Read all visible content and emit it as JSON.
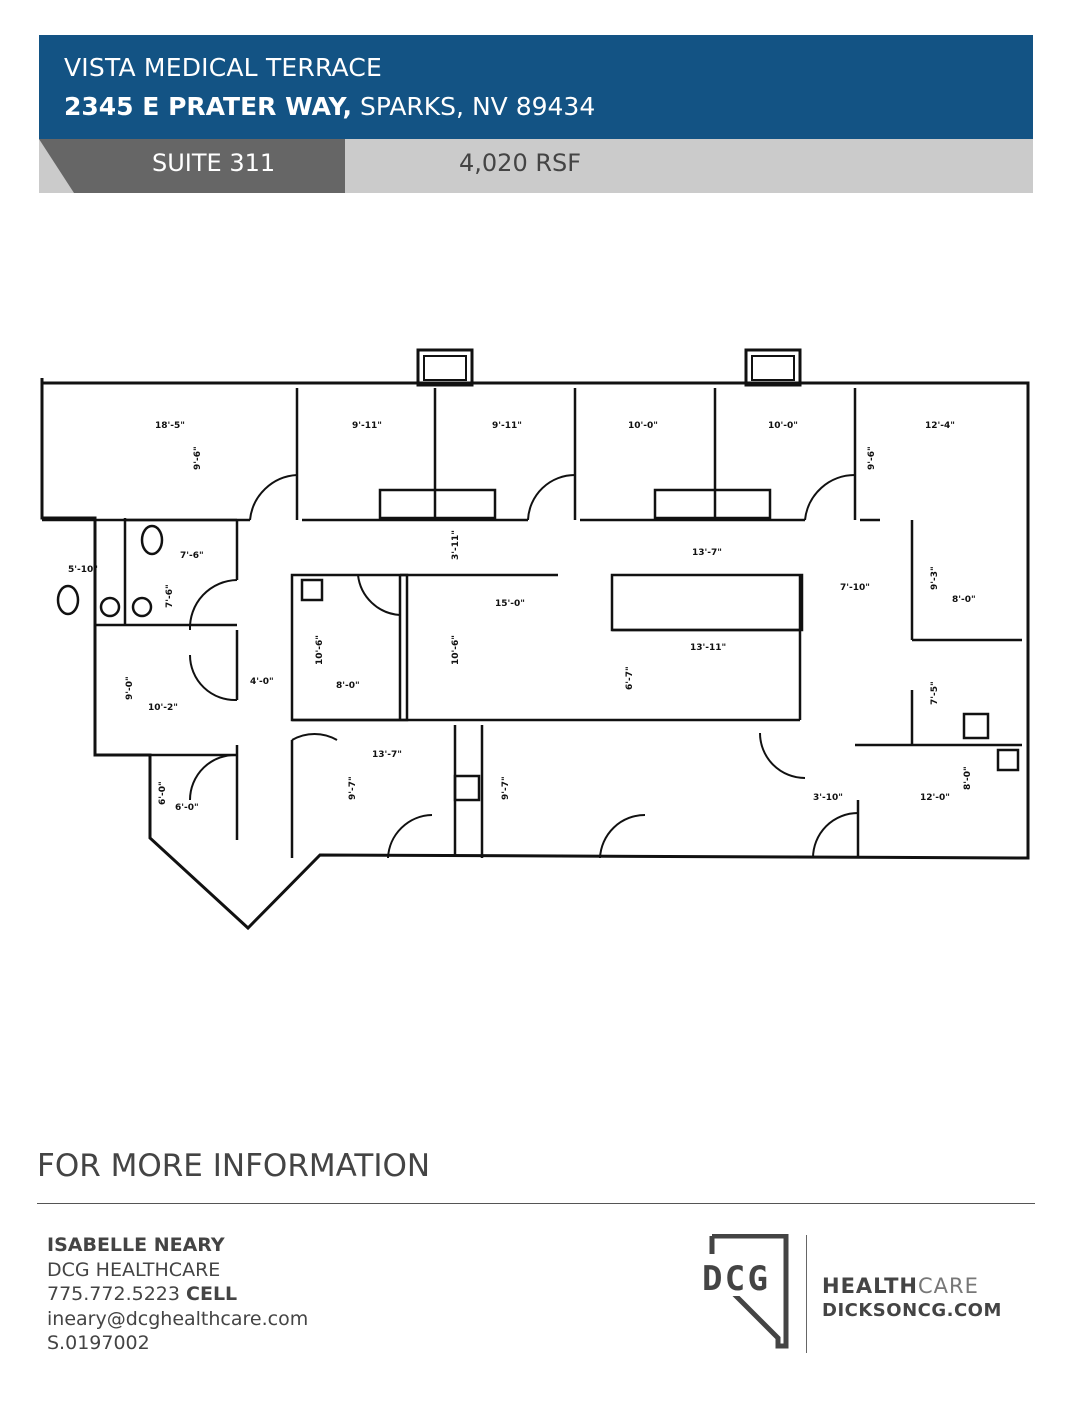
{
  "header": {
    "property_name": "VISTA MEDICAL TERRACE",
    "address_bold": "2345 E PRATER WAY,",
    "address_rest": "SPARKS, NV 89434",
    "brand_color": "#135384"
  },
  "suite_bar": {
    "suite": "SUITE 311",
    "area": "4,020 RSF"
  },
  "floor_plan": {
    "dimensions": [
      "18'-5\"",
      "9'-6\"",
      "9'-11\"",
      "9'-11\"",
      "10'-0\"",
      "10'-0\"",
      "12'-4\"",
      "9'-6\"",
      "3'-11\"",
      "13'-7\"",
      "7'-6\"",
      "5'-10\"",
      "7'-6\"",
      "15'-0\"",
      "7'-10\"",
      "9'-3\"",
      "8'-0\"",
      "13'-11\"",
      "10'-6\"",
      "8'-0\"",
      "10'-6\"",
      "6'-7\"",
      "9'-0\"",
      "10'-2\"",
      "4'-0\"",
      "7'-5\"",
      "13'-7\"",
      "9'-7\"",
      "9'-7\"",
      "6'-0\"",
      "6'-0\"",
      "3'-10\"",
      "12'-0\"",
      "8'-0\""
    ]
  },
  "footer": {
    "heading": "FOR MORE INFORMATION",
    "name": "ISABELLE NEARY",
    "company": "DCG HEALTHCARE",
    "phone": "775.772.5223",
    "phone_label": "CELL",
    "email": "ineary@dcghealthcare.com",
    "license": "S.0197002",
    "logo_text": "DCG",
    "brand_bold": "HEALTH",
    "brand_light": "CARE",
    "website": "DICKSONCG.COM"
  }
}
